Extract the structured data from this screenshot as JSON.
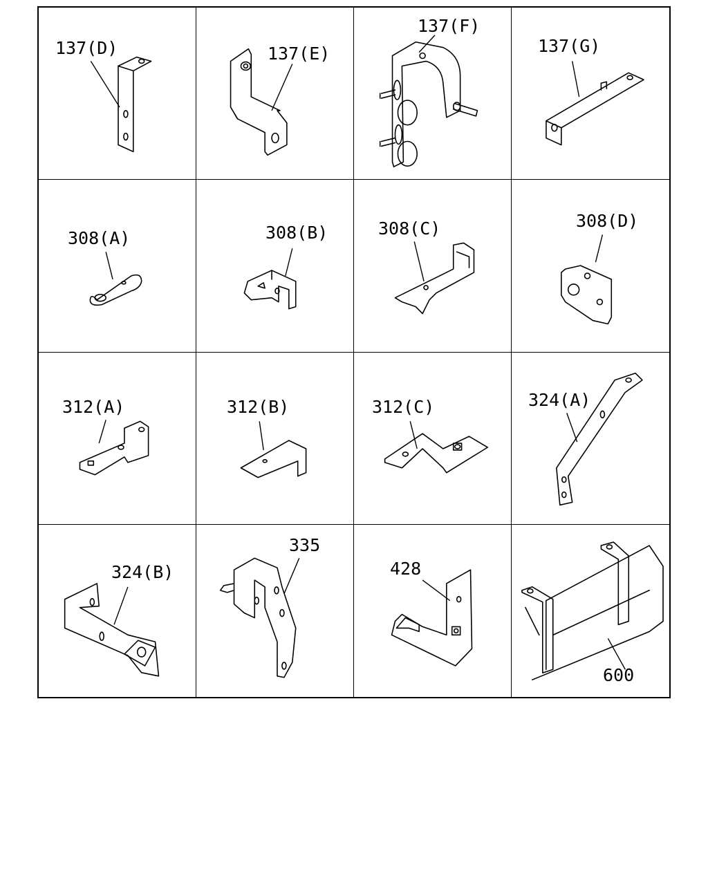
{
  "cells": [
    {
      "label": "137(D)"
    },
    {
      "label": "137(E)"
    },
    {
      "label": "137(F)"
    },
    {
      "label": "137(G)"
    },
    {
      "label": "308(A)"
    },
    {
      "label": "308(B)"
    },
    {
      "label": "308(C)"
    },
    {
      "label": "308(D)"
    },
    {
      "label": "312(A)"
    },
    {
      "label": "312(B)"
    },
    {
      "label": "312(C)"
    },
    {
      "label": "324(A)"
    },
    {
      "label": "324(B)"
    },
    {
      "label": "335"
    },
    {
      "label": "428"
    },
    {
      "label": "600"
    }
  ]
}
